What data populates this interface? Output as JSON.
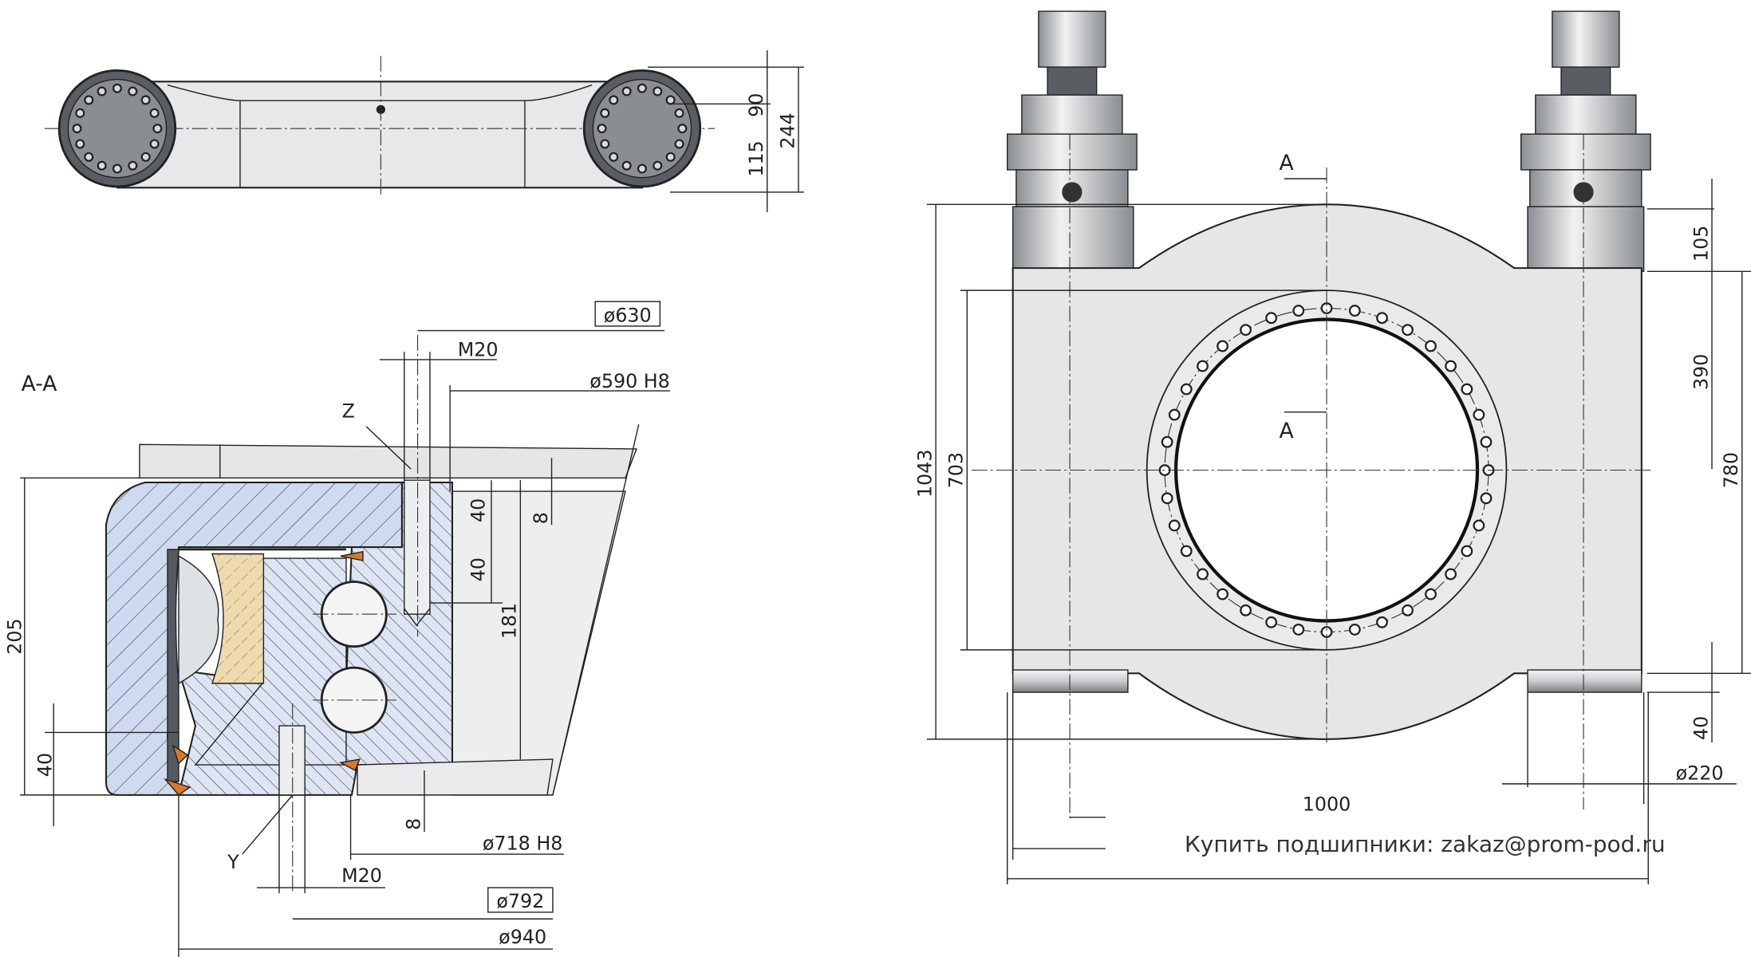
{
  "top_view": {
    "dim_90": "90",
    "dim_115": "115",
    "dim_244": "244"
  },
  "section": {
    "title": "A-A",
    "d630": "ø630",
    "m20_top": "M20",
    "d590": "ø590 H8",
    "label_z": "Z",
    "dim_40a": "40",
    "dim_40b": "40",
    "dim_8_top": "8",
    "dim_181": "181",
    "dim_205": "205",
    "dim_40_bottom": "40",
    "label_y": "Y",
    "dim_8_bottom": "8",
    "d718": "ø718 H8",
    "m20_bottom": "M20",
    "d792": "ø792",
    "d940": "ø940"
  },
  "front_view": {
    "section_mark_top": "A",
    "section_mark_bottom": "A",
    "dim_1043": "1043",
    "dim_703": "703",
    "dim_105": "105",
    "dim_390": "390",
    "dim_780": "780",
    "dim_40": "40",
    "d220": "ø220",
    "dim_1000": "1000"
  },
  "watermark": "Купить подшипники: zakaz@prom-pod.ru",
  "colors": {
    "steel": "#e4e6e8",
    "blue": "#c9d6ee",
    "bronze": "#efd9ae",
    "seal": "#d9782a",
    "dark": "#555a60"
  }
}
